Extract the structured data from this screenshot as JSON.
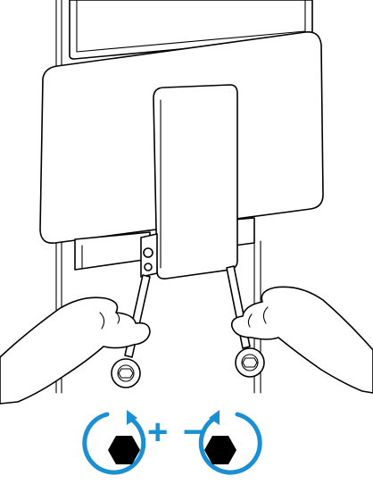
{
  "colors": {
    "line": "#000000",
    "background": "#ffffff",
    "accent_arrow": "#1a8fd1",
    "hex_nut": "#000000"
  },
  "illustration": {
    "subject": "wall-mount-bracket-tightening",
    "tools": [
      "wrench-left",
      "wrench-right"
    ]
  },
  "legend": {
    "tighten": {
      "icon": "clockwise-arrow-icon",
      "sign": "+"
    },
    "loosen": {
      "icon": "counterclockwise-arrow-icon",
      "sign": "−"
    }
  }
}
